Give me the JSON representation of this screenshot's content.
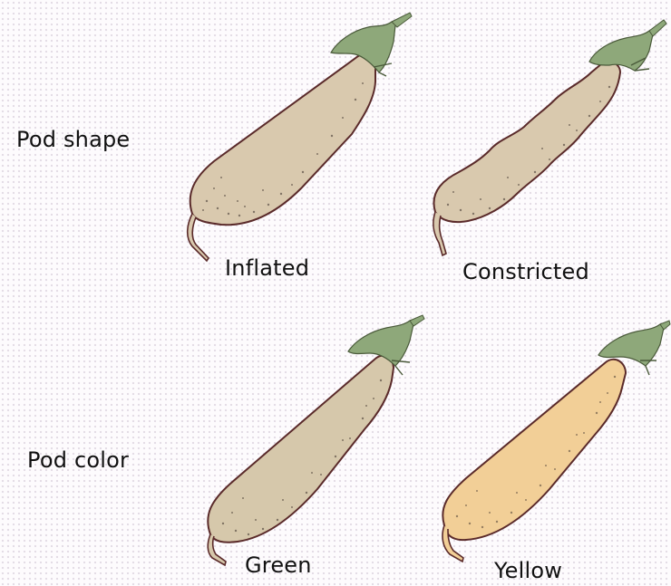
{
  "rows": {
    "shape": {
      "label": "Pod shape"
    },
    "color": {
      "label": "Pod color"
    }
  },
  "pods": {
    "inflated": {
      "label": "Inflated",
      "fill": "#d9c9ae"
    },
    "constricted": {
      "label": "Constricted",
      "fill": "#d9c9ae"
    },
    "green": {
      "label": "Green",
      "fill": "#d6c8ab"
    },
    "yellow": {
      "label": "Yellow",
      "fill": "#f2cf97"
    }
  },
  "colors": {
    "outline": "#5a2a2a",
    "calyx": "#8ea87a",
    "speckle": "#3a2f2a"
  }
}
